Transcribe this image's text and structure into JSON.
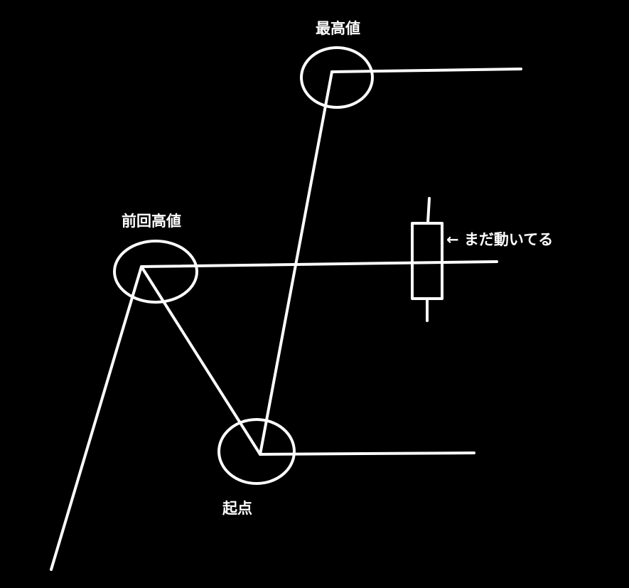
{
  "labels": {
    "high_value": "最高値",
    "previous_high": "前回高値",
    "starting_point": "起点",
    "still_moving": "← まだ動いてる"
  },
  "colors": {
    "background": "#000000",
    "line": "#ffffff",
    "text": "#ffffff"
  }
}
